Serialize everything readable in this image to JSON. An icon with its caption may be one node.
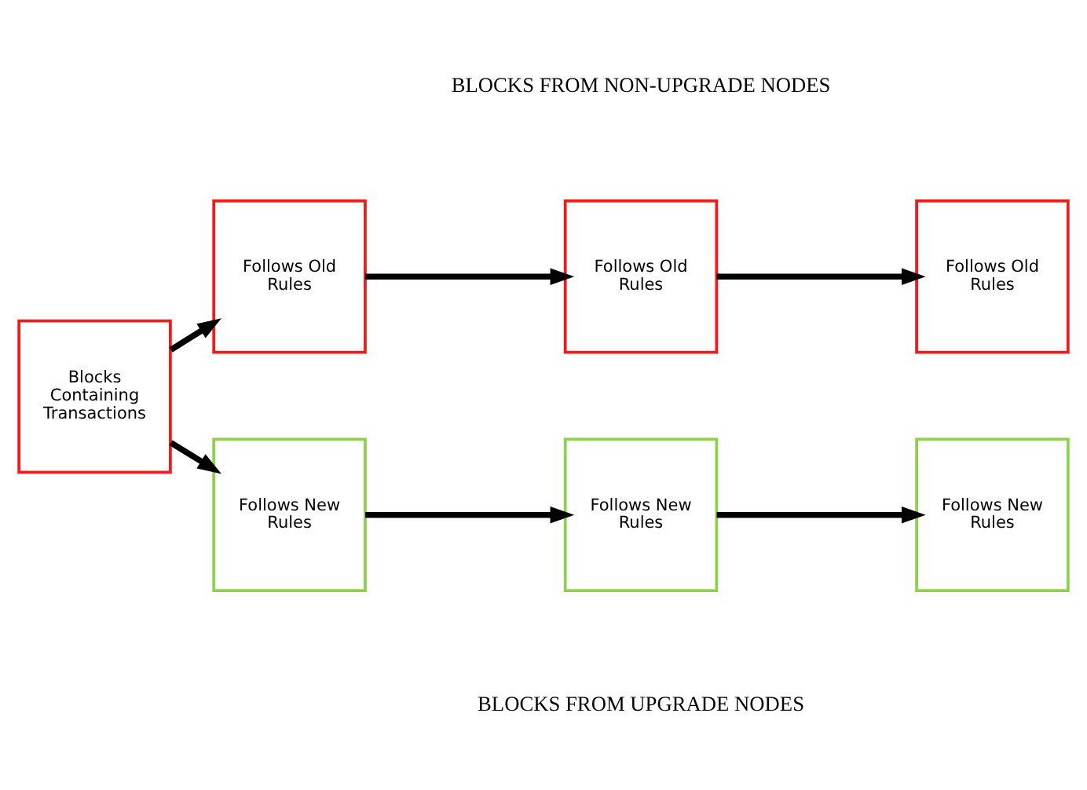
{
  "diagram": {
    "nodes": [
      {
        "text": [
          "Blocks Containing Transactions"
        ]
      },
      {
        "text": [
          "Follows Old Rules"
        ]
      },
      {
        "text": [
          "Follows Old Rules"
        ]
      },
      {
        "text": [
          "Follows Old Rules"
        ]
      },
      {
        "text": [
          "Follows New Rules"
        ]
      },
      {
        "text": [
          "Follows New Rules"
        ]
      },
      {
        "text": [
          "Follows New Rules"
        ]
      }
    ],
    "edges": [
      {
        "from": 0,
        "to": 1,
        "arrow": "to"
      },
      {
        "from": 1,
        "to": 2,
        "arrow": "to"
      },
      {
        "from": 2,
        "to": 3,
        "arrow": "to"
      },
      {
        "from": 0,
        "to": 4,
        "arrow": "to"
      },
      {
        "from": 4,
        "to": 5,
        "arrow": "to"
      },
      {
        "from": 5,
        "to": 6,
        "arrow": "to"
      }
    ],
    "labels": [
      "BLOCKS FROM NON-UPGRADE NODES",
      "BLOCKS FROM UPGRADE NODES"
    ]
  }
}
